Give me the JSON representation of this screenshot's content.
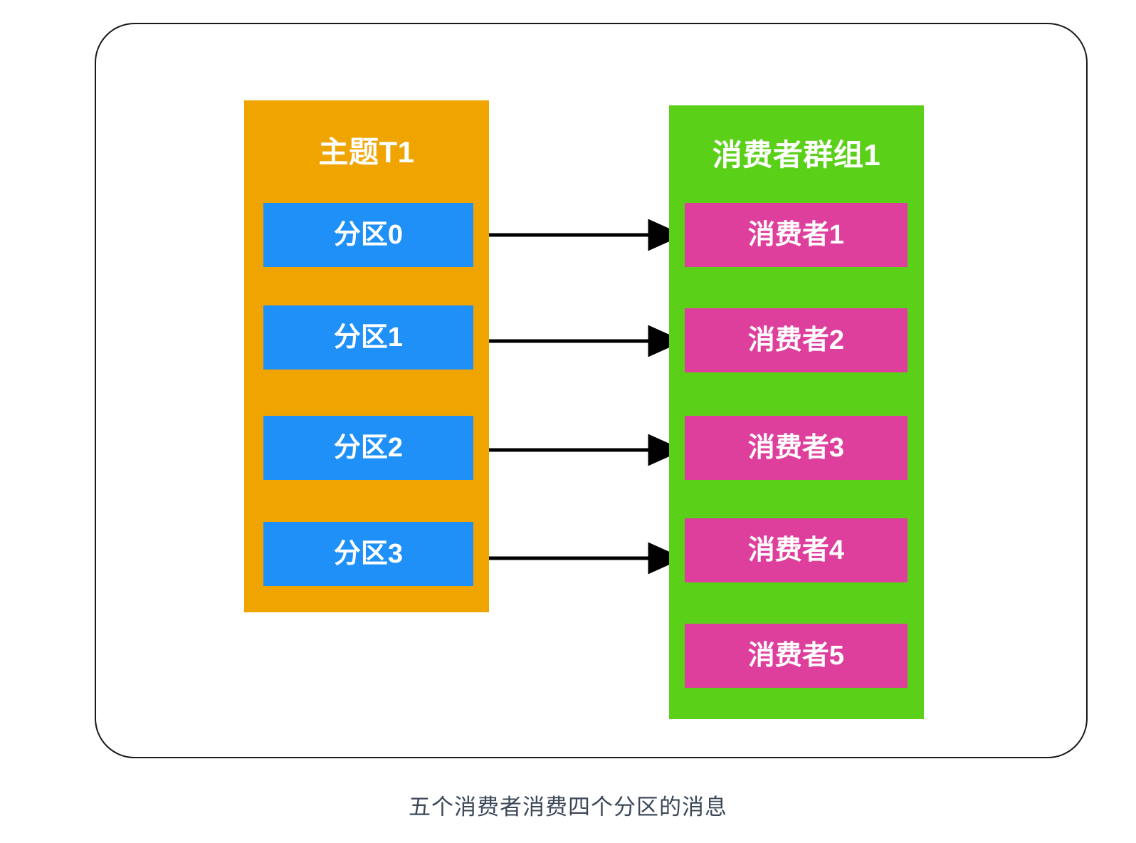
{
  "diagram": {
    "caption": "五个消费者消费四个分区的消息",
    "colors": {
      "topic_panel": "#F0A400",
      "partition_box": "#1E90F7",
      "group_panel": "#5BD019",
      "consumer_box": "#DF3F9C",
      "frame_border": "#1A1A1A",
      "arrow": "#000000",
      "box_text": "#FFFFFF",
      "caption_text": "#3C4858"
    },
    "topic": {
      "title": "主题T1",
      "partitions": [
        {
          "label": "分区0"
        },
        {
          "label": "分区1"
        },
        {
          "label": "分区2"
        },
        {
          "label": "分区3"
        }
      ]
    },
    "consumer_group": {
      "title": "消费者群组1",
      "consumers": [
        {
          "label": "消费者1"
        },
        {
          "label": "消费者2"
        },
        {
          "label": "消费者3"
        },
        {
          "label": "消费者4"
        },
        {
          "label": "消费者5"
        }
      ]
    },
    "connections": [
      {
        "from": "分区0",
        "to": "消费者1"
      },
      {
        "from": "分区1",
        "to": "消费者2"
      },
      {
        "from": "分区2",
        "to": "消费者3"
      },
      {
        "from": "分区3",
        "to": "消费者4"
      }
    ]
  }
}
